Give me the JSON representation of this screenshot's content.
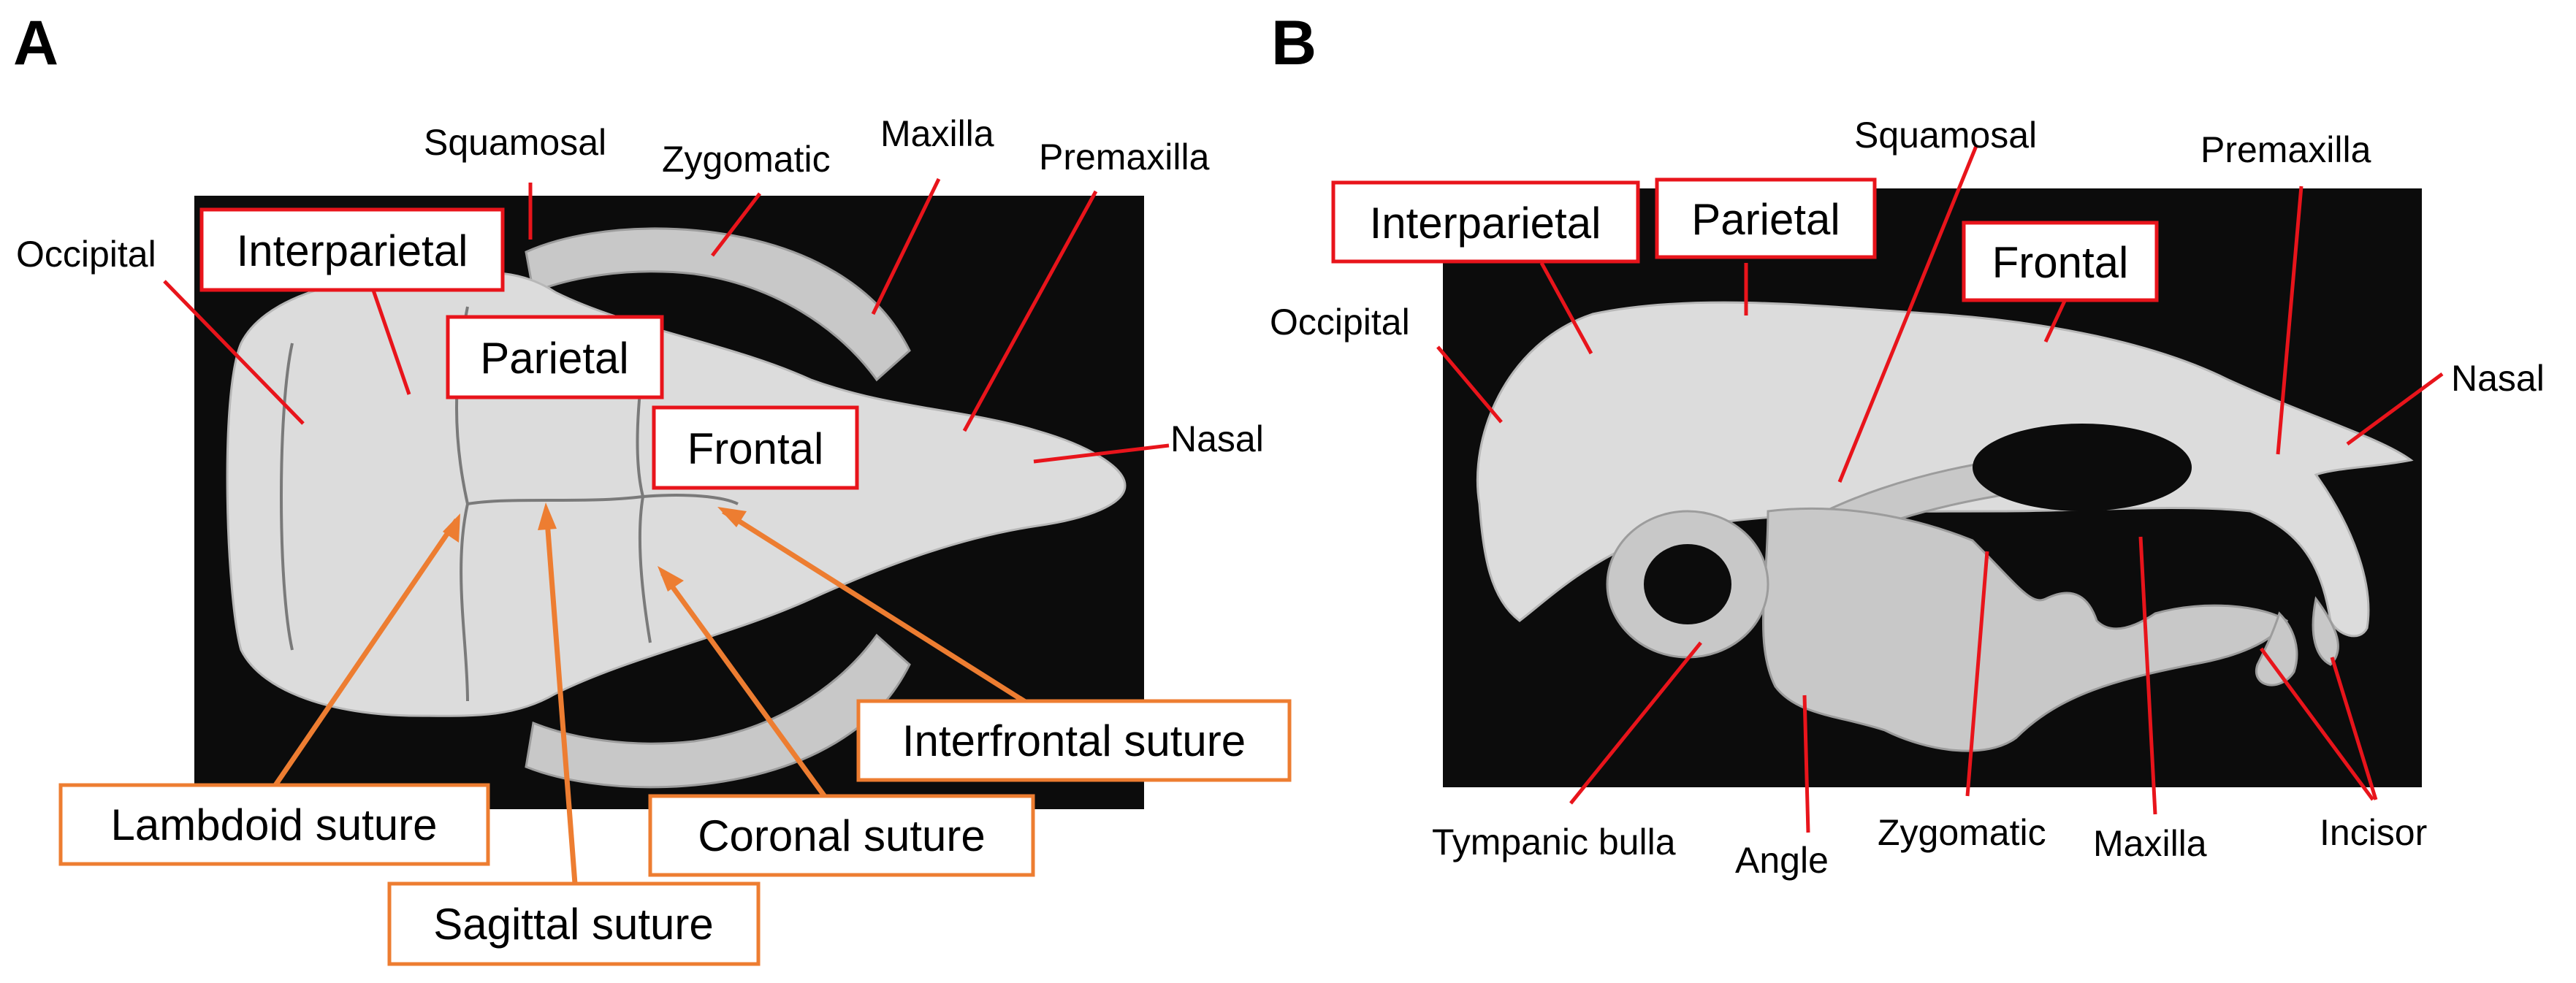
{
  "panels": [
    {
      "letter": "A",
      "bone_labels": [
        "Squamosal",
        "Zygomatic",
        "Maxilla",
        "Premaxilla",
        "Occipital",
        "Nasal"
      ],
      "boxed_bones": [
        "Interparietal",
        "Parietal",
        "Frontal"
      ],
      "sutures": [
        "Interfrontal suture",
        "Lambdoid suture",
        "Coronal suture",
        "Sagittal suture"
      ]
    },
    {
      "letter": "B",
      "bone_labels": [
        "Squamosal",
        "Premaxilla",
        "Occipital",
        "Nasal",
        "Tympanic bulla",
        "Angle",
        "Zygomatic",
        "Maxilla",
        "Incisor"
      ],
      "boxed_bones": [
        "Interparietal",
        "Parietal",
        "Frontal"
      ]
    }
  ],
  "colors": {
    "bone_label_line": "#e8141b",
    "suture_label": "#ed7d31",
    "photo_background": "#0c0c0c",
    "bone": "#dcdcdc"
  }
}
